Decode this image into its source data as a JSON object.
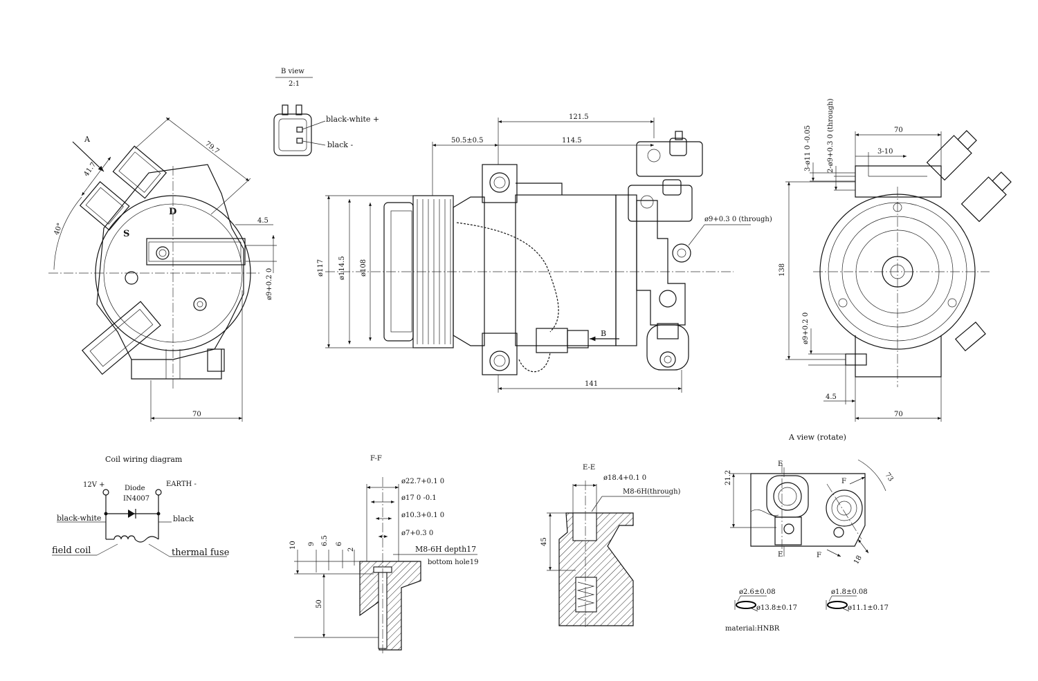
{
  "views": {
    "b_view_title": "B view",
    "b_view_scale": "2:1",
    "b_view_pin_plus": "black-white +",
    "b_view_pin_minus": "black -",
    "a_view_title": "A view (rotate)",
    "coil_title": "Coil wiring diagram",
    "ff_title": "F-F",
    "ee_title": "E-E"
  },
  "left_view": {
    "arrow_a": "A",
    "dim_797": "79.7",
    "dim_417": "41.7",
    "dim_40deg": "40°",
    "dim_45": "4.5",
    "dim_hole": "ø9+0.2 0",
    "dim_70": "70",
    "port_s": "S",
    "port_d": "D"
  },
  "side_view": {
    "dim_1215": "121.5",
    "dim_505": "50.5±0.5",
    "dim_1145": "114.5",
    "dim_117": "ø117",
    "dim_1145d": "ø114.5",
    "dim_108": "ø108",
    "dim_hole": "ø9+0.3 0 (through)",
    "dim_141": "141",
    "arrow_b": "B"
  },
  "right_view": {
    "dim_70_top": "70",
    "dim_310": "3-10",
    "dim_3holes": "3-ø11 0 -0.05",
    "dim_2holes": "2-ø9+0.3 0 (through)",
    "dim_138": "138",
    "dim_hole": "ø9+0.2 0",
    "dim_45": "4.5",
    "dim_70_bottom": "70"
  },
  "coil": {
    "v12": "12V +",
    "earth": "EARTH -",
    "diode": "Diode",
    "diode_model": "IN4007",
    "black_white": "black-white",
    "black": "black",
    "field_coil": "field coil",
    "thermal_fuse": "thermal fuse"
  },
  "ff": {
    "d227": "ø22.7+0.1 0",
    "d17": "ø17 0 -0.1",
    "d103": "ø10.3+0.1 0",
    "d7": "ø7+0.3 0",
    "thread": "M8-6H depth17",
    "bottom_hole": "bottom hole19",
    "v10": "10",
    "v9": "9",
    "v65": "6.5",
    "v6": "6",
    "v2": "2",
    "v50": "50"
  },
  "ee": {
    "d184": "ø18.4+0.1 0",
    "thread": "M8-6H(through)",
    "v45": "45"
  },
  "aview": {
    "v212": "21.2",
    "v73": "73",
    "v18": "18",
    "e_top": "E",
    "e_bottom": "E",
    "f_top": "F",
    "f_bottom": "F"
  },
  "orings": {
    "ring1_section": "ø2.6±0.08",
    "ring1_id": "ø13.8±0.17",
    "ring2_section": "ø1.8±0.08",
    "ring2_id": "ø11.1±0.17",
    "material": "material:HNBR"
  }
}
